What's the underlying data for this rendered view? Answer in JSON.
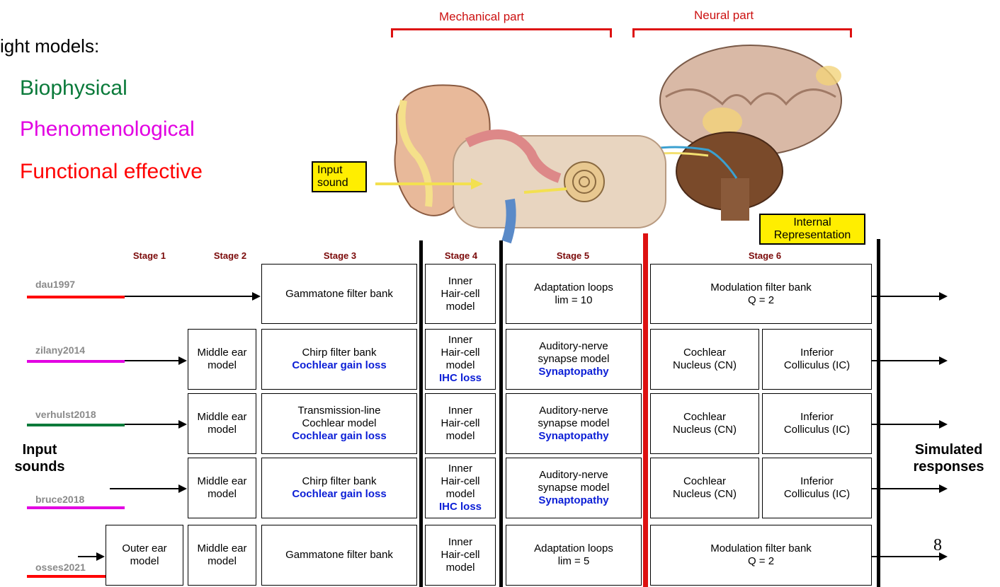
{
  "intro": "ight models:",
  "categories": [
    {
      "label": "Biophysical",
      "color": "#0a7a3a"
    },
    {
      "label": "Phenomenological",
      "color": "#e200e2"
    },
    {
      "label": "Functional effective",
      "color": "#ff0000"
    }
  ],
  "header": {
    "mechanical": "Mechanical part",
    "neural": "Neural part"
  },
  "tags": {
    "input_sound": "Input\nsound",
    "internal": "Internal\nRepresentation"
  },
  "stages": [
    "Stage 1",
    "Stage 2",
    "Stage 3",
    "Stage 4",
    "Stage 5",
    "Stage 6"
  ],
  "side": {
    "input": "Input\nsounds",
    "output": "Simulated\nresponses"
  },
  "rows": [
    {
      "model": "dau1997",
      "color": "#ff0000",
      "outer": "",
      "middle": "",
      "s3": "Gammatone filter bank",
      "s3_note": "",
      "s4": "Inner\nHair-cell\nmodel",
      "s4_note": "",
      "s5": "Adaptation loops\nlim = 10",
      "s5_note": "",
      "s6": "Modulation filter bank\nQ = 2",
      "s6a": "",
      "s6b": ""
    },
    {
      "model": "zilany2014",
      "color": "#e200e2",
      "outer": "",
      "middle": "Middle ear\nmodel",
      "s3": "Chirp filter bank",
      "s3_note": "Cochlear gain loss",
      "s4": "Inner\nHair-cell\nmodel",
      "s4_note": "IHC loss",
      "s5": "Auditory-nerve\nsynapse model",
      "s5_note": "Synaptopathy",
      "s6": "",
      "s6a": "Cochlear\nNucleus (CN)",
      "s6b": "Inferior\nColliculus (IC)"
    },
    {
      "model": "verhulst2018",
      "color": "#0a7a3a",
      "outer": "",
      "middle": "Middle ear\nmodel",
      "s3": "Transmission-line\nCochlear model",
      "s3_note": "Cochlear gain loss",
      "s4": "Inner\nHair-cell\nmodel",
      "s4_note": "",
      "s5": "Auditory-nerve\nsynapse model",
      "s5_note": "Synaptopathy",
      "s6": "",
      "s6a": "Cochlear\nNucleus (CN)",
      "s6b": "Inferior\nColliculus (IC)"
    },
    {
      "model": "bruce2018",
      "color": "#e200e2",
      "outer": "",
      "middle": "Middle ear\nmodel",
      "s3": "Chirp filter bank",
      "s3_note": "Cochlear gain loss",
      "s4": "Inner\nHair-cell\nmodel",
      "s4_note": "IHC loss",
      "s5": "Auditory-nerve\nsynapse model",
      "s5_note": "Synaptopathy",
      "s6": "",
      "s6a": "Cochlear\nNucleus (CN)",
      "s6b": "Inferior\nColliculus (IC)"
    },
    {
      "model": "osses2021",
      "color": "#ff0000",
      "outer": "Outer ear\nmodel",
      "middle": "Middle ear\nmodel",
      "s3": "Gammatone filter bank",
      "s3_note": "",
      "s4": "Inner\nHair-cell\nmodel",
      "s4_note": "",
      "s5": "Adaptation loops\nlim = 5",
      "s5_note": "",
      "s6": "Modulation filter bank\nQ = 2",
      "s6a": "",
      "s6b": ""
    }
  ],
  "page_number": "8"
}
